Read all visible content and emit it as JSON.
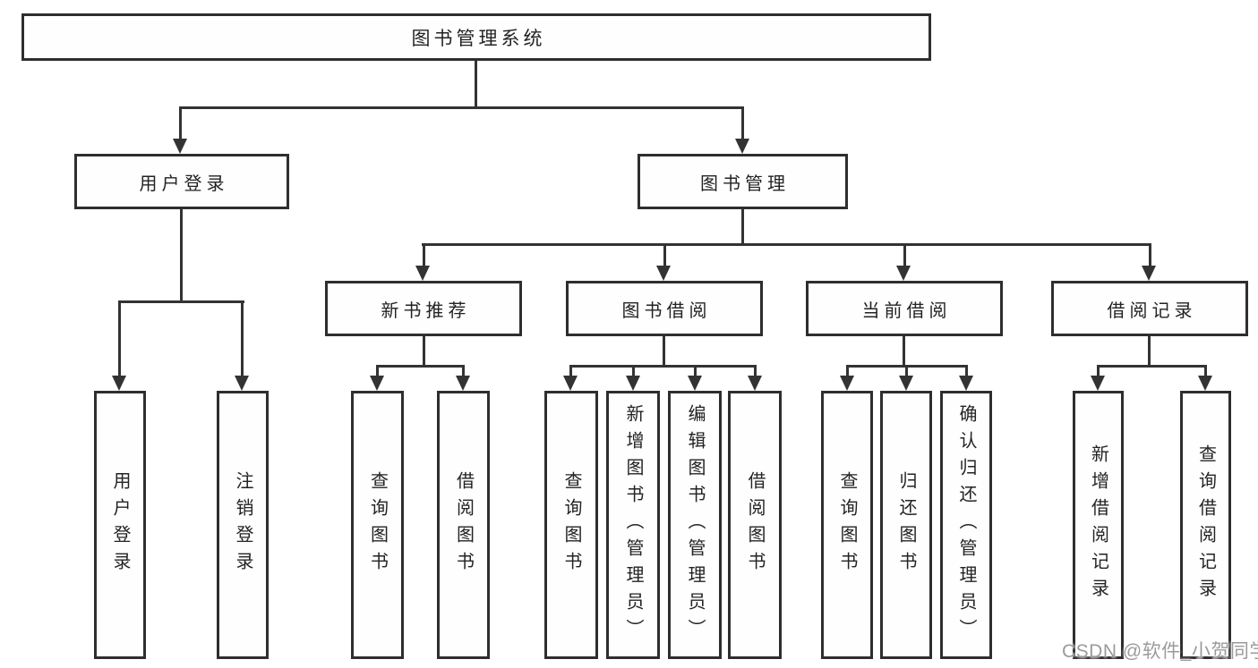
{
  "diagram": {
    "title": "图书管理系统",
    "root": {
      "label": "图书管理系统"
    },
    "level2": [
      {
        "label": "用户登录",
        "children": [
          {
            "label": "用户登录"
          },
          {
            "label": "注销登录"
          }
        ]
      },
      {
        "label": "图书管理",
        "children": [
          {
            "label": "新书推荐",
            "children": [
              {
                "label": "查询图书"
              },
              {
                "label": "借阅图书"
              }
            ]
          },
          {
            "label": "图书借阅",
            "children": [
              {
                "label": "查询图书"
              },
              {
                "label": "新增图书（管理员）"
              },
              {
                "label": "编辑图书（管理员）"
              },
              {
                "label": "借阅图书"
              }
            ]
          },
          {
            "label": "当前借阅",
            "children": [
              {
                "label": "查询图书"
              },
              {
                "label": "归还图书"
              },
              {
                "label": "确认归还（管理员）"
              }
            ]
          },
          {
            "label": "借阅记录",
            "children": [
              {
                "label": "新增借阅记录"
              },
              {
                "label": "查询借阅记录"
              }
            ]
          }
        ]
      }
    ]
  },
  "watermark": {
    "text": "CSDN @软件_小贺同学"
  },
  "colors": {
    "line": "#333333",
    "border": "#2e2e2e",
    "text": "#232323",
    "background": "#ffffff",
    "watermark": "#9b9b9b"
  }
}
